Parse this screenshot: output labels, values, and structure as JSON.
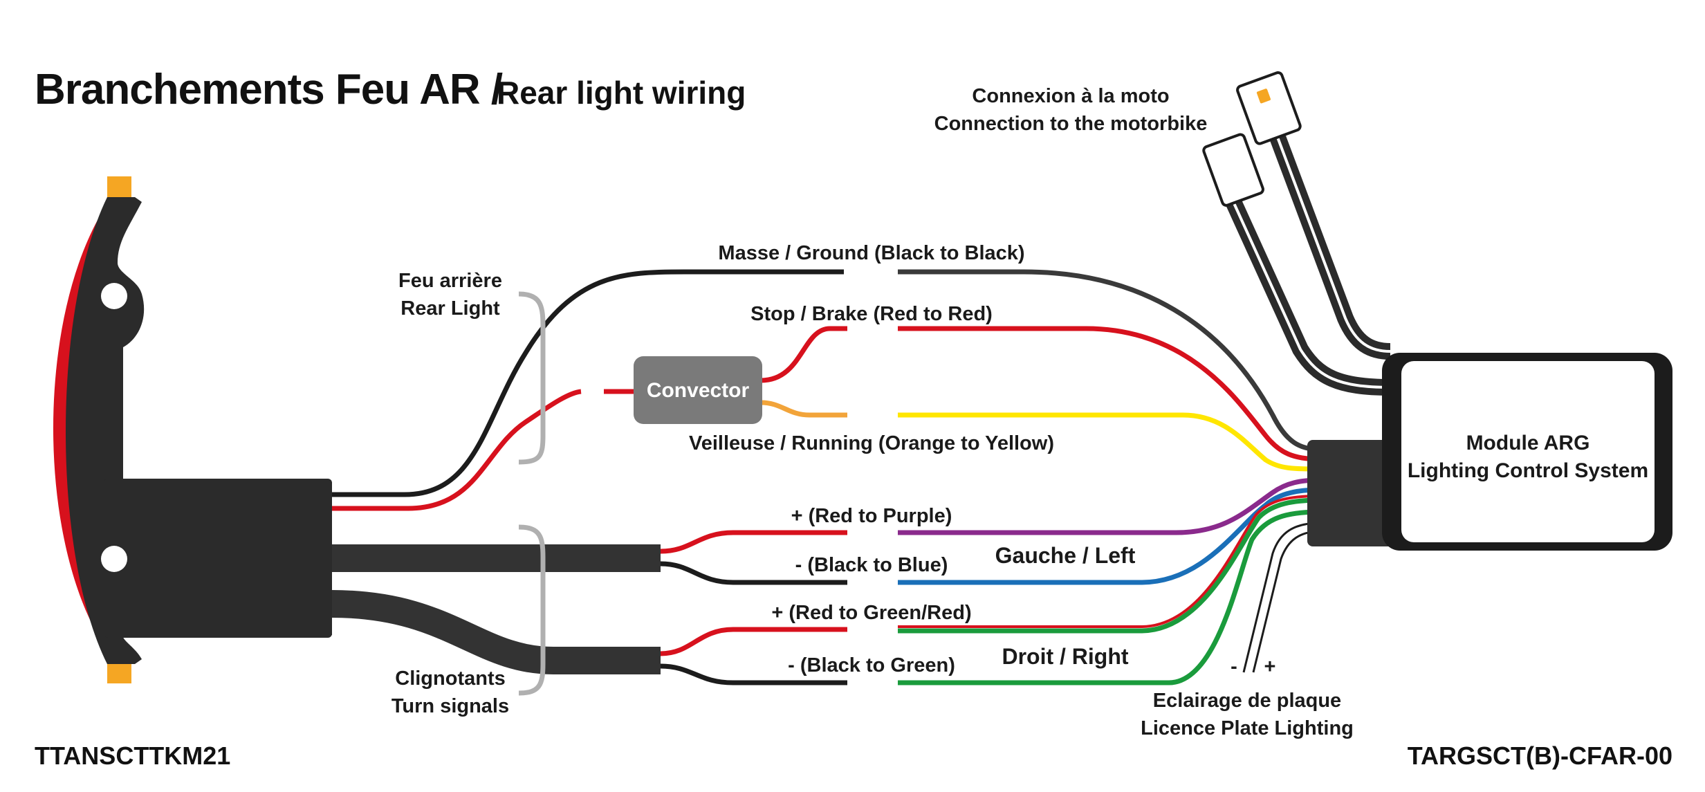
{
  "title": {
    "main": "Branchements Feu AR /",
    "sub": "Rear light wiring"
  },
  "codes": {
    "left": "TTANSCTTKM21",
    "right": "TARGSCT(B)-CFAR-00"
  },
  "moto_connection": {
    "line1": "Connexion à la moto",
    "line2": "Connection to the motorbike"
  },
  "rear_light": {
    "line1": "Feu arrière",
    "line2": "Rear Light"
  },
  "turn_signals": {
    "line1": "Clignotants",
    "line2": "Turn signals"
  },
  "convector": "Convector",
  "module": {
    "line1": "Module ARG",
    "line2": "Lighting Control System"
  },
  "wires": {
    "ground": "Masse / Ground (Black to Black)",
    "brake": "Stop / Brake (Red to Red)",
    "running": "Veilleuse / Running (Orange to Yellow)",
    "left_plus": "+ (Red to Purple)",
    "left_minus": "- (Black to Blue)",
    "right_plus": "+ (Red to Green/Red)",
    "right_minus": "- (Black to Green)"
  },
  "sides": {
    "left": "Gauche / Left",
    "right": "Droit / Right"
  },
  "plate": {
    "minus": "-",
    "plus": "+",
    "line1": "Eclairage de plaque",
    "line2": "Licence Plate Lighting"
  },
  "colors": {
    "black": "#1c1c1c",
    "red": "#d7111d",
    "orange": "#f2a43a",
    "yellow": "#ffe600",
    "purple": "#8a2a8c",
    "blue": "#1a6fb8",
    "green": "#1a9b3c",
    "body_dark": "#2b2b2b",
    "bracket_grey": "#b0b0b0",
    "convector_grey": "#7a7a7a",
    "amber": "#f5a623"
  }
}
